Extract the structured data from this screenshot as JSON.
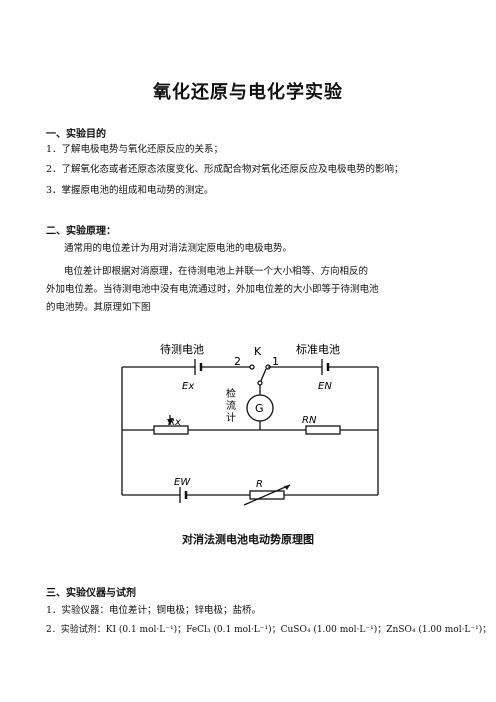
{
  "doc": {
    "title": "氧化还原与电化学实验",
    "section1": {
      "heading": "一、实验目的",
      "items": [
        "1．了解电极电势与氧化还原反应的关系；",
        "2．了解氧化态或者还原态浓度变化、形成配合物对氧化还原反应及电极电势的影响；",
        "3．掌握原电池的组成和电动势的测定。"
      ]
    },
    "section2": {
      "heading": "二、实验原理：",
      "lines": [
        "通常用的电位差计为用对消法测定原电池的电极电势。",
        "电位差计即根据对消原理，在待测电池上并联一个大小相等、方向相反的",
        "外加电位差。当待测电池中没有电流通过时，外加电位差的大小即等于待测电池",
        "的电池势。其原理如下图"
      ]
    },
    "figure": {
      "label_test_cell": "待测电池",
      "label_std_cell": "标准电池",
      "label_k": "K",
      "label_2": "2",
      "label_1": "1",
      "label_ex": "Ex",
      "label_en": "EN",
      "label_rx": "Rx",
      "label_rn": "RN",
      "label_ew": "EW",
      "label_r": "R",
      "label_g": "G",
      "label_galv_1": "检",
      "label_galv_2": "流",
      "label_galv_3": "计",
      "caption": "对消法测电池电动势原理图"
    },
    "section3": {
      "heading": "三、实验仪器与试剂",
      "items": [
        "1．实验仪器：电位差计；铜电极；锌电极；盐桥。",
        "2．实验试剂：KI (0.1 mol·L⁻¹)；FeCl₃ (0.1 mol·L⁻¹)；CuSO₄ (1.00 mol·L⁻¹)；ZnSO₄ (1.00 mol·L⁻¹)；"
      ]
    }
  }
}
